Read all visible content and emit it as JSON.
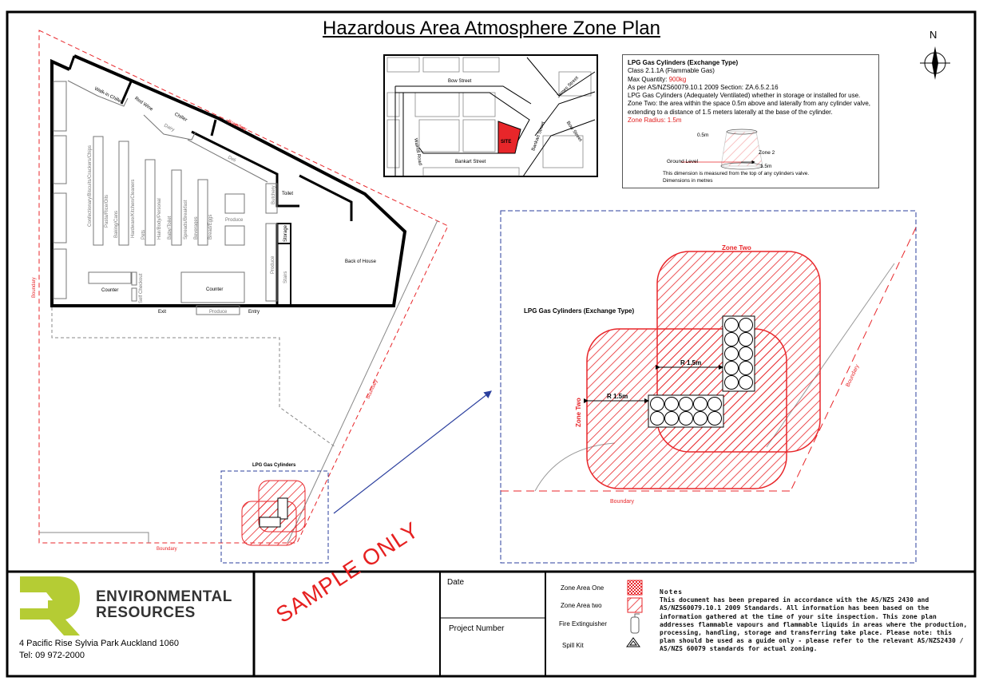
{
  "title": "Hazardous Area Atmosphere Zone Plan",
  "north": "N",
  "floor_plan": {
    "rooms": [
      "Walk-in Chiller",
      "Red Wine",
      "Chiller",
      "Dairy",
      "Deli",
      "Toilet",
      "Butchery",
      "Storage",
      "Stairs",
      "Produce",
      "Back of House",
      "Counter",
      "Counter",
      "Self Checkout",
      "Exit",
      "Entry",
      "Produce",
      "Produce"
    ],
    "aisles": [
      "Confectionary/Biscuits/Crackers/Chips",
      "Pasta/Rice/Oils",
      "Baking/Cans",
      "Hardware/Kitchen/Cleaners",
      "Pets",
      "Hair/Body/Personal",
      "Baby/Toilet",
      "Spreads/Breakfast",
      "Beverages",
      "Bread/Eggs"
    ],
    "boundary_labels": [
      "Boundary",
      "Boundary",
      "Boundary",
      "Boundary"
    ],
    "lpg_label": "LPG Gas Cylinders"
  },
  "location_map": {
    "streets": [
      "Bow Street",
      "James Street",
      "Walnut Road",
      "Bankart Street",
      "Bankart Street",
      "Bow Street"
    ],
    "site_label": "SITE",
    "site_color": "#e8262a"
  },
  "info_box": {
    "heading": "LPG Gas Cylinders (Exchange Type)",
    "class": "Class 2.1.1A (Flammable Gas)",
    "max_quantity_label": "Max Quantity: ",
    "max_quantity_value": "900kg",
    "standard": "As per AS/NZS60079.10.1 2009 Section: ZA.6.5.2.16",
    "ventilation": "LPG Gas Cylinders (Adequately Ventilated) whether in storage or installed for use.",
    "zone_two": "Zone Two: the area within the space 0.5m above and laterally from any cylinder valve, extending to a distance of 1.5 meters laterally at the base of the cylinder.",
    "zone_radius": "Zone Radius: 1.5m",
    "diagram": {
      "height": "0.5m",
      "zone": "Zone 2",
      "ground": "Ground Level",
      "radius": "1.5m"
    },
    "footnote1": "This dimension is measured from the top of any cylinders valve.",
    "footnote2": "Dimensions in metres"
  },
  "detail": {
    "heading": "LPG Gas Cylinders (Exchange Type)",
    "zone_two_top": "Zone Two",
    "zone_two_side": "Zone Two",
    "radius1": "R 1.5m",
    "radius2": "R 1.5m",
    "boundary_right": "Boundary",
    "boundary_bottom": "Boundary"
  },
  "colors": {
    "zone": "#e8262a",
    "inset_border": "#2b3f9e",
    "brand_green": "#b5cc34"
  },
  "footer": {
    "company_line1": "ENVIRONMENTAL",
    "company_line2": "RESOURCES",
    "address": "4 Pacific Rise Sylvia Park Auckland 1060",
    "tel": "Tel: 09 972-2000",
    "stamp": "SAMPLE ONLY",
    "date_label": "Date",
    "project_label": "Project Number",
    "legend": [
      "Zone Area One",
      "Zone Area two",
      "Fire Extinguisher",
      "Spill Kit"
    ],
    "notes_heading": "Notes",
    "notes": "This document has been prepared in accordance with the AS/NZS 2430 and AS/NZS60079.10.1 2009 Standards. All information has been based on the information gathered at the time of your site inspection. This zone plan addresses flammable vapours and flammable liquids in areas where the production, processing, handling, storage and transferring take place. Please note: this plan should be used as a guide only - please refer to the relevant AS/NZS2430 / AS/NZS 60079 standards for actual zoning."
  }
}
